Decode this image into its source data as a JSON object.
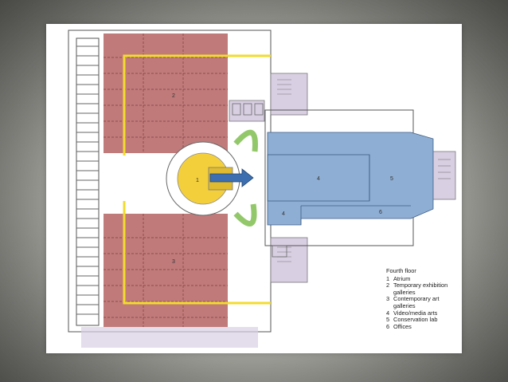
{
  "legend": {
    "title": "Fourth floor",
    "items": [
      {
        "num": "1",
        "label": "Atrium"
      },
      {
        "num": "2",
        "label": "Temporary exhibition galleries"
      },
      {
        "num": "3",
        "label": "Contemporary art galleries"
      },
      {
        "num": "4",
        "label": "Video/media arts"
      },
      {
        "num": "5",
        "label": "Conservation lab"
      },
      {
        "num": "6",
        "label": "Offices"
      }
    ]
  },
  "plan_labels": {
    "atrium": "1",
    "temporary_galleries": "2",
    "contemporary_galleries": "3",
    "video_media_main": "4",
    "video_media_small": "4",
    "conservation": "5",
    "offices": "6"
  },
  "colors": {
    "galleries": "#b96b6b",
    "media_wing": "#8faed3",
    "atrium": "#f4cf3c",
    "circulation_path": "#f2dc2e",
    "arrows_green": "#93c86a",
    "arrow_blue": "#3d6fb0",
    "stairs": "#d9cfe3"
  }
}
